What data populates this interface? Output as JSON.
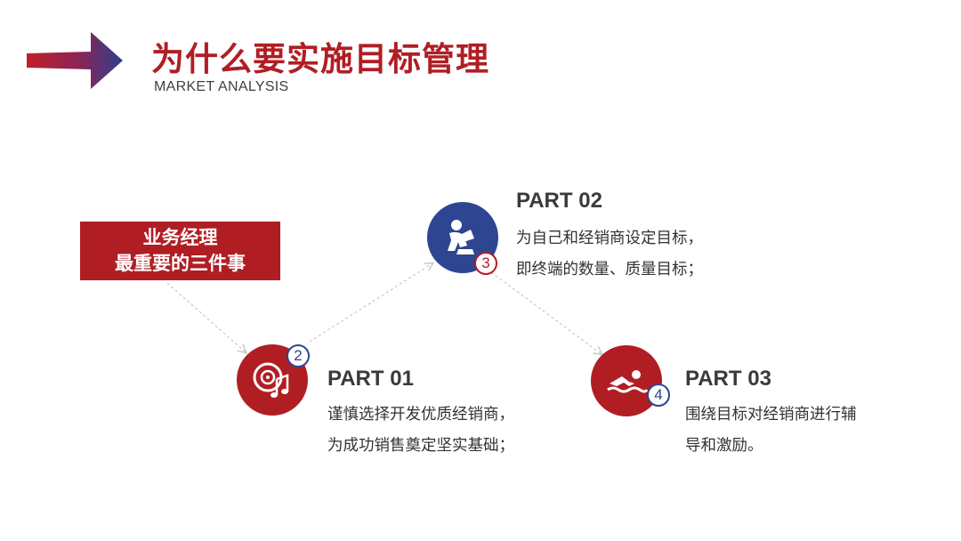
{
  "header": {
    "title": "为什么要实施目标管理",
    "subtitle": "MARKET ANALYSIS"
  },
  "label_box": {
    "line1": "业务经理",
    "line2": "最重要的三件事"
  },
  "parts": [
    {
      "title": "PART 01",
      "badge": "2",
      "icon": "music-disc-icon",
      "desc_line1": "谨慎选择开发优质经销商，",
      "desc_line2": "为成功销售奠定坚实基础；"
    },
    {
      "title": "PART 02",
      "badge": "3",
      "icon": "reader-icon",
      "desc_line1": "为自己和经销商设定目标，",
      "desc_line2": "即终端的数量、质量目标；"
    },
    {
      "title": "PART 03",
      "badge": "4",
      "icon": "swimmer-icon",
      "desc_line1": "围绕目标对经销商进行辅",
      "desc_line2": "导和激励。"
    }
  ],
  "colors": {
    "accent_red": "#b01e24",
    "accent_blue": "#2e4591",
    "text_dark": "#3a3a3a",
    "connector": "#c8c8c8"
  }
}
